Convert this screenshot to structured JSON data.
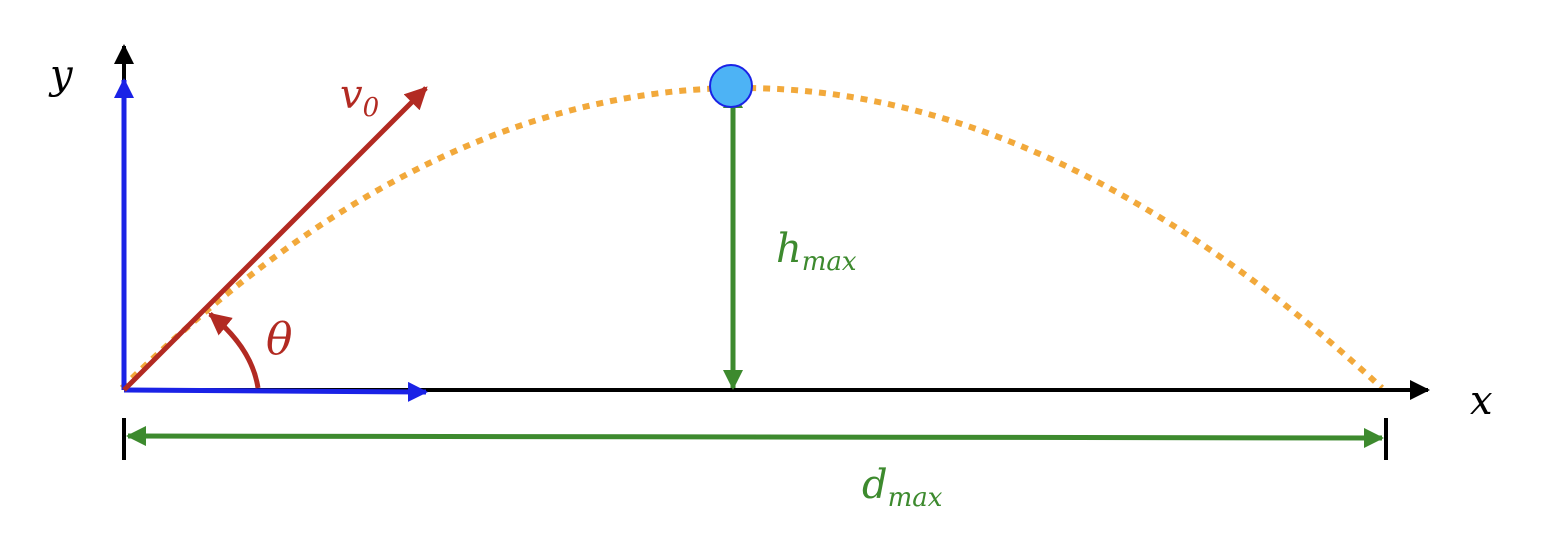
{
  "labels": {
    "y_axis": "y",
    "x_axis": "x",
    "velocity": {
      "main": "v",
      "sub": "0"
    },
    "angle": "θ",
    "max_height": {
      "main": "h",
      "sub": "max"
    },
    "max_distance": {
      "main": "d",
      "sub": "max"
    }
  },
  "colors": {
    "axis": "#000000",
    "components": "#1a22e6",
    "velocity": "#b22a22",
    "trajectory": "#f2a93b",
    "measure": "#3d8a2e",
    "projectile_fill": "#4db3f5",
    "projectile_stroke": "#1a22e6"
  }
}
